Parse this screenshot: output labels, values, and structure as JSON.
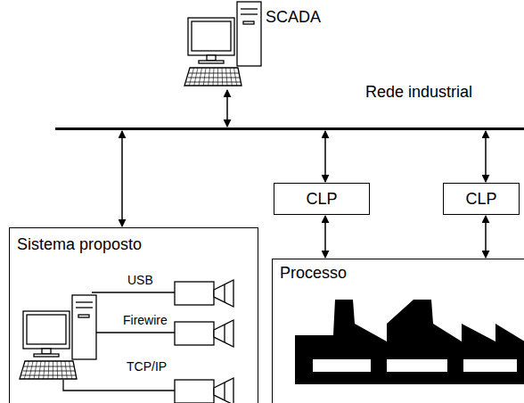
{
  "diagram": {
    "nodes": [
      {
        "text": [
          "SCADA"
        ]
      },
      {
        "text": [
          "Rede industrial"
        ]
      },
      {
        "text": [
          "Sistema proposto"
        ]
      },
      {
        "text": [
          "CLP"
        ]
      },
      {
        "text": [
          "CLP"
        ]
      },
      {
        "text": [
          "Processo"
        ]
      }
    ],
    "edges": [
      {
        "from": 0,
        "to": 1,
        "arrow": "both"
      },
      {
        "from": 1,
        "to": 2,
        "arrow": "both"
      },
      {
        "from": 1,
        "to": 3,
        "arrow": "both"
      },
      {
        "from": 1,
        "to": 4,
        "arrow": "both"
      },
      {
        "from": 3,
        "to": 5,
        "arrow": "both"
      },
      {
        "from": 4,
        "to": 5,
        "arrow": "both"
      }
    ],
    "labels": [
      "USB",
      "Firewire",
      "TCP/IP"
    ]
  }
}
